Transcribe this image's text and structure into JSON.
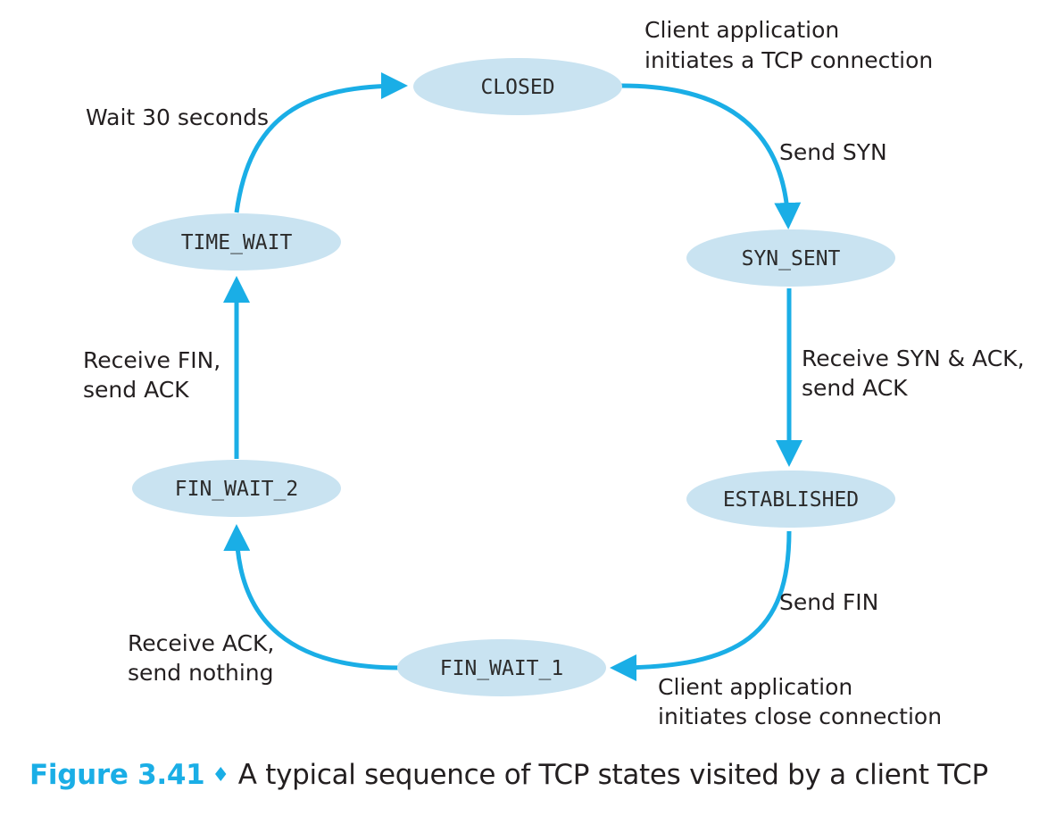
{
  "states": {
    "closed": "CLOSED",
    "syn_sent": "SYN_SENT",
    "established": "ESTABLISHED",
    "fin_wait_1": "FIN_WAIT_1",
    "fin_wait_2": "FIN_WAIT_2",
    "time_wait": "TIME_WAIT"
  },
  "transitions": {
    "closed_to_syn_sent": {
      "event_line1": "Client application",
      "event_line2": "initiates a TCP connection",
      "action": "Send SYN"
    },
    "syn_sent_to_established": {
      "line1": "Receive SYN & ACK,",
      "line2": "send ACK"
    },
    "established_to_fin_wait_1": {
      "action": "Send FIN",
      "event_line1": "Client application",
      "event_line2": "initiates close connection"
    },
    "fin_wait_1_to_fin_wait_2": {
      "line1": "Receive ACK,",
      "line2": "send nothing"
    },
    "fin_wait_2_to_time_wait": {
      "line1": "Receive FIN,",
      "line2": "send ACK"
    },
    "time_wait_to_closed": {
      "label": "Wait 30 seconds"
    }
  },
  "caption": {
    "figure_number": "Figure 3.41",
    "separator": "♦",
    "text": "A typical sequence of TCP states visited by a client TCP"
  },
  "colors": {
    "state_fill": "#c9e3f1",
    "arrow": "#1aaee6",
    "caption_accent": "#1aaee6",
    "text": "#231f20"
  }
}
